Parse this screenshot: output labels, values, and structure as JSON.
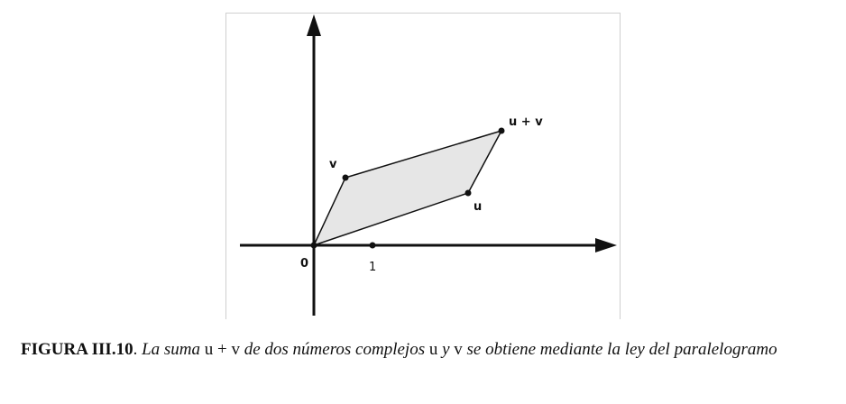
{
  "diagram": {
    "labels": {
      "origin": "0",
      "one": "1",
      "v": "v",
      "u": "u",
      "sum": "u + v"
    },
    "colors": {
      "ink": "#111111",
      "fill": "#e6e6e6"
    }
  },
  "caption": {
    "figure_id": "FIGURA III.10",
    "sep": ". ",
    "t1": "La suma ",
    "t2": "u + v",
    "t3": " de dos números complejos ",
    "t4": "u",
    "t5": " y ",
    "t6": "v",
    "t7": " se obtiene mediante la ley del paralelogramo"
  }
}
